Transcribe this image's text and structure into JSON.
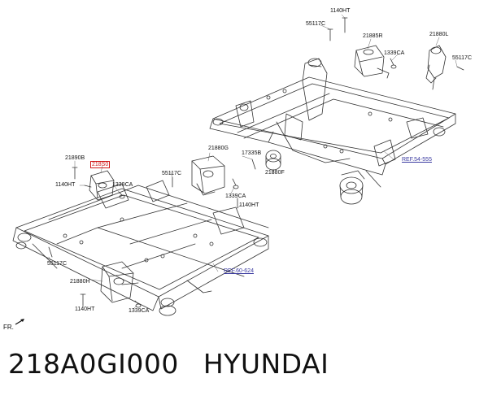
{
  "labels": {
    "l1140ht_top": "1140HT",
    "l55117c_top": "55117C",
    "l21885r": "21885R",
    "l21880l": "21880L",
    "l1339ca_tr": "1339CA",
    "l55117c_tr": "55117C",
    "ref_54_555": "REF.54-555",
    "l21880g": "21880G",
    "l17335b": "17335B",
    "l21880f": "21880F",
    "l1339ca_mid": "1339CA",
    "l1140ht_mid": "1140HT",
    "l55117c_mid": "55117C",
    "l21890b": "21890B",
    "l218s0": "218S0",
    "l1140ht_left": "1140HT",
    "l1339ca_left": "1339CA",
    "l55117c_left": "55117C",
    "ref_60_624": "REF.60-624",
    "l21880h": "21880H",
    "l1140ht_bot": "1140HT",
    "l1339ca_bot": "1339CA",
    "fr": "FR."
  },
  "caption": {
    "part_number": "218A0GI000",
    "brand": "HYUNDAI"
  }
}
